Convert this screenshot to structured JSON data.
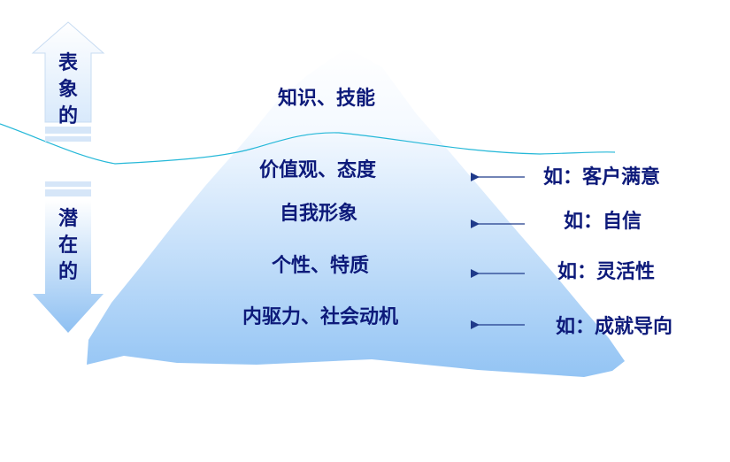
{
  "side_labels": {
    "surface": "表象的",
    "latent": "潜在的"
  },
  "layers": [
    {
      "text": "知识、技能"
    },
    {
      "text": "价值观、态度"
    },
    {
      "text": "自我形象"
    },
    {
      "text": "个性、特质"
    },
    {
      "text": "内驱力、社会动机"
    }
  ],
  "examples": [
    {
      "text": "如：客户满意"
    },
    {
      "text": "如：自信"
    },
    {
      "text": "如：灵活性"
    },
    {
      "text": "如：成就导向"
    }
  ],
  "colors": {
    "text": "#0d1a7a",
    "waterline": "#25b8d8",
    "pointer_arrow": "#1f3a8a",
    "iceberg_top": "#ffffff",
    "iceberg_bottom": "#93c4f4",
    "side_arrow_top": "#ffffff",
    "side_arrow_bottom": "#8ec0f2"
  }
}
